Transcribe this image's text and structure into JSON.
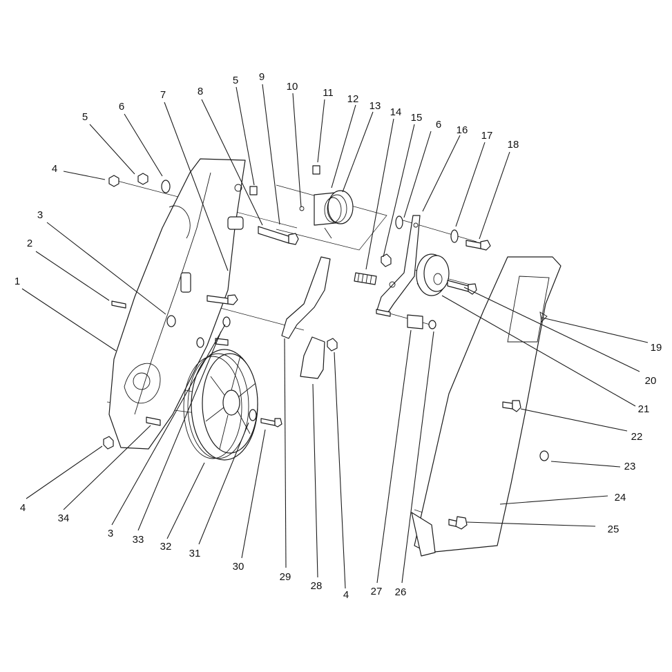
{
  "diagram": {
    "callouts": [
      {
        "id": "c1",
        "label": "1"
      },
      {
        "id": "c2",
        "label": "2"
      },
      {
        "id": "c3a",
        "label": "3"
      },
      {
        "id": "c4a",
        "label": "4"
      },
      {
        "id": "c5a",
        "label": "5"
      },
      {
        "id": "c6a",
        "label": "6"
      },
      {
        "id": "c7",
        "label": "7"
      },
      {
        "id": "c8",
        "label": "8"
      },
      {
        "id": "c5b",
        "label": "5"
      },
      {
        "id": "c9",
        "label": "9"
      },
      {
        "id": "c10",
        "label": "10"
      },
      {
        "id": "c11",
        "label": "11"
      },
      {
        "id": "c12",
        "label": "12"
      },
      {
        "id": "c13",
        "label": "13"
      },
      {
        "id": "c14",
        "label": "14"
      },
      {
        "id": "c15",
        "label": "15"
      },
      {
        "id": "c6b",
        "label": "6"
      },
      {
        "id": "c16",
        "label": "16"
      },
      {
        "id": "c17",
        "label": "17"
      },
      {
        "id": "c18",
        "label": "18"
      },
      {
        "id": "c19",
        "label": "19"
      },
      {
        "id": "c20",
        "label": "20"
      },
      {
        "id": "c21",
        "label": "21"
      },
      {
        "id": "c22",
        "label": "22"
      },
      {
        "id": "c23",
        "label": "23"
      },
      {
        "id": "c24",
        "label": "24"
      },
      {
        "id": "c25",
        "label": "25"
      },
      {
        "id": "c26",
        "label": "26"
      },
      {
        "id": "c27",
        "label": "27"
      },
      {
        "id": "c4b",
        "label": "4"
      },
      {
        "id": "c28",
        "label": "28"
      },
      {
        "id": "c29",
        "label": "29"
      },
      {
        "id": "c30",
        "label": "30"
      },
      {
        "id": "c31",
        "label": "31"
      },
      {
        "id": "c32",
        "label": "32"
      },
      {
        "id": "c33",
        "label": "33"
      },
      {
        "id": "c3b",
        "label": "3"
      },
      {
        "id": "c34",
        "label": "34"
      },
      {
        "id": "c4c",
        "label": "4"
      }
    ]
  }
}
